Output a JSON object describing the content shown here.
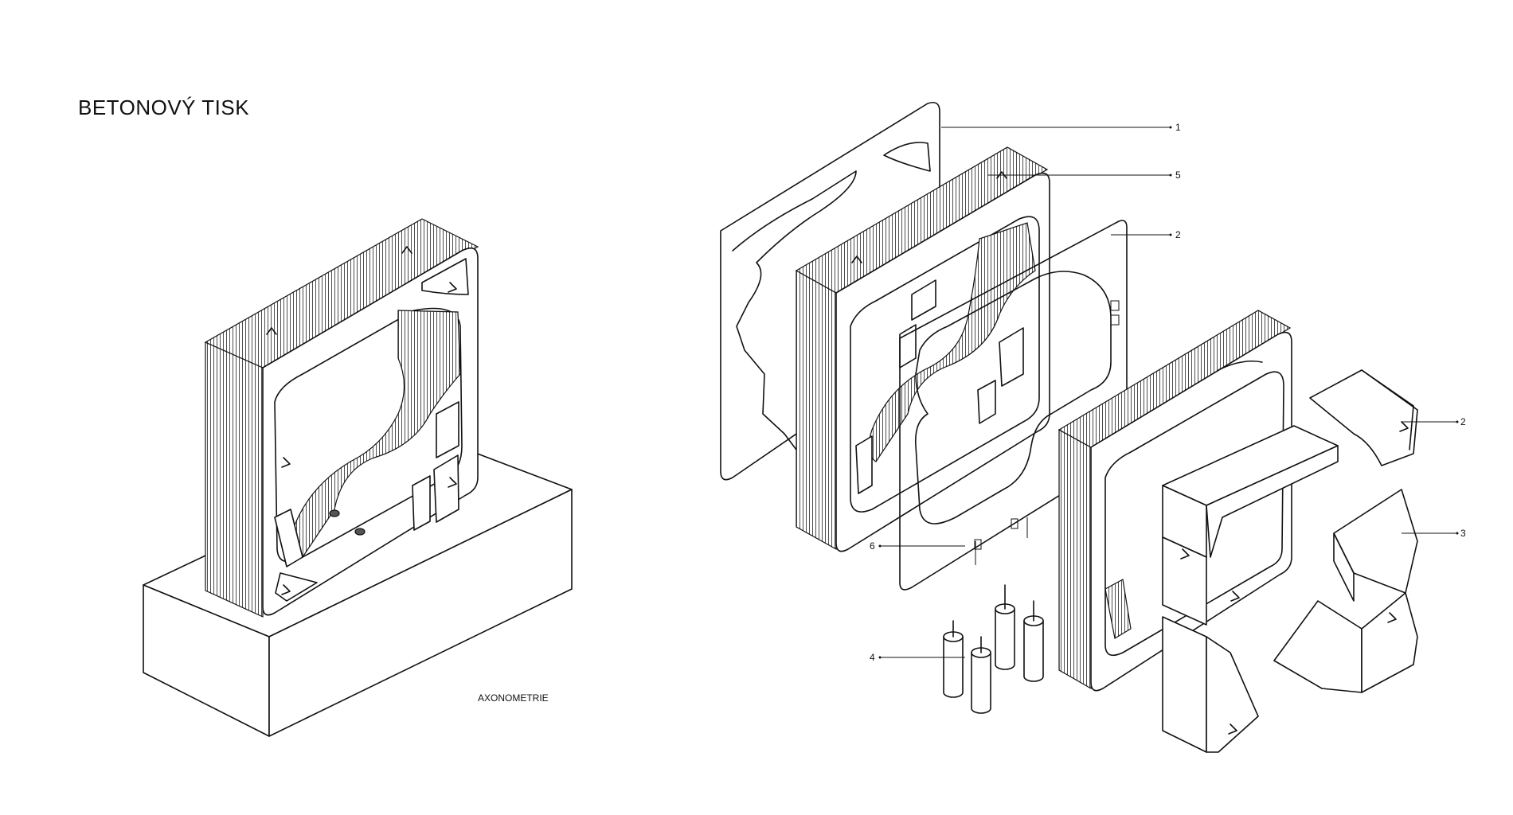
{
  "header": {
    "title": "BETONOVÝ TISK"
  },
  "axonometry": {
    "caption": "AXONOMETRIE"
  },
  "exploded": {
    "labels": [
      "1",
      "5",
      "2",
      "6",
      "4",
      "2",
      "3"
    ]
  },
  "icons": {
    "print_layers": "layer-hatch-icon",
    "anchor": "hook-icon"
  }
}
